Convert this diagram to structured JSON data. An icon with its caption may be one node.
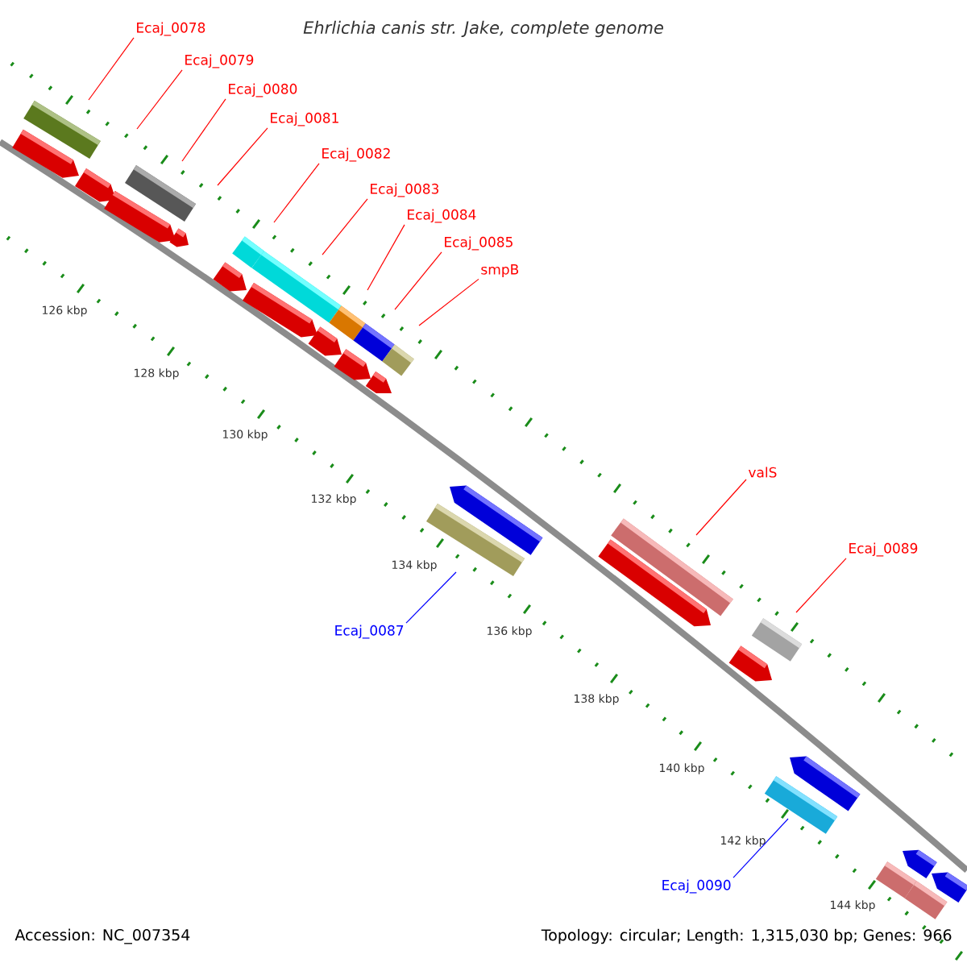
{
  "diagram": {
    "title": "Ehrlichia canis str. Jake, complete genome",
    "nodes": [
      {
        "text": [
          "Ecaj_0078"
        ]
      },
      {
        "text": [
          "Ecaj_0079"
        ]
      },
      {
        "text": [
          "Ecaj_0080"
        ]
      },
      {
        "text": [
          "Ecaj_0081"
        ]
      },
      {
        "text": [
          "Ecaj_0082"
        ]
      },
      {
        "text": [
          "Ecaj_0083"
        ]
      },
      {
        "text": [
          "Ecaj_0084"
        ]
      },
      {
        "text": [
          "Ecaj_0085"
        ]
      },
      {
        "text": [
          "smpB"
        ]
      },
      {
        "text": [
          "valS"
        ]
      },
      {
        "text": [
          "Ecaj_0089"
        ]
      },
      {
        "text": [
          "Ecaj_0087"
        ]
      },
      {
        "text": [
          "Ecaj_0090"
        ]
      }
    ],
    "edges": [
      {
        "from": 0,
        "to": null,
        "arrow": "none"
      },
      {
        "from": 1,
        "to": null,
        "arrow": "none"
      },
      {
        "from": 2,
        "to": null,
        "arrow": "none"
      },
      {
        "from": 3,
        "to": null,
        "arrow": "none"
      },
      {
        "from": 4,
        "to": null,
        "arrow": "none"
      },
      {
        "from": 5,
        "to": null,
        "arrow": "none"
      },
      {
        "from": 6,
        "to": null,
        "arrow": "none"
      },
      {
        "from": 7,
        "to": null,
        "arrow": "none"
      },
      {
        "from": 8,
        "to": null,
        "arrow": "none"
      },
      {
        "from": 9,
        "to": null,
        "arrow": "none"
      },
      {
        "from": 10,
        "to": null,
        "arrow": "none"
      },
      {
        "from": 11,
        "to": null,
        "arrow": "none",
        "color": "#0000ff"
      },
      {
        "from": 12,
        "to": null,
        "arrow": "none",
        "color": "#0000ff"
      }
    ],
    "labels": [
      "126 kbp",
      "128 kbp",
      "130 kbp",
      "132 kbp",
      "134 kbp",
      "136 kbp",
      "138 kbp",
      "140 kbp",
      "142 kbp",
      "144 kbp",
      "Accession: NC_007354",
      "Topology: circular; Length: 1,315,030 bp; Genes: 966"
    ]
  }
}
